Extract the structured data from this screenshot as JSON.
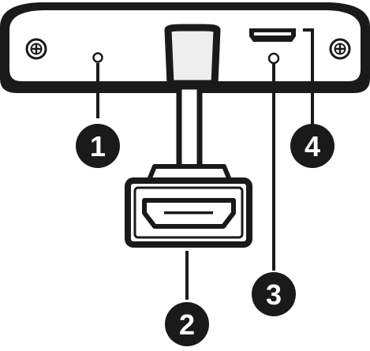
{
  "colors": {
    "ink": "#1a1a1a",
    "paper": "#ffffff",
    "plug_grey": "#eeeeee"
  },
  "icons": {
    "left_screw": "phillips-screw-icon",
    "right_screw": "phillips-screw-icon"
  },
  "callouts": [
    {
      "number": "1"
    },
    {
      "number": "2"
    },
    {
      "number": "3"
    },
    {
      "number": "4"
    }
  ]
}
